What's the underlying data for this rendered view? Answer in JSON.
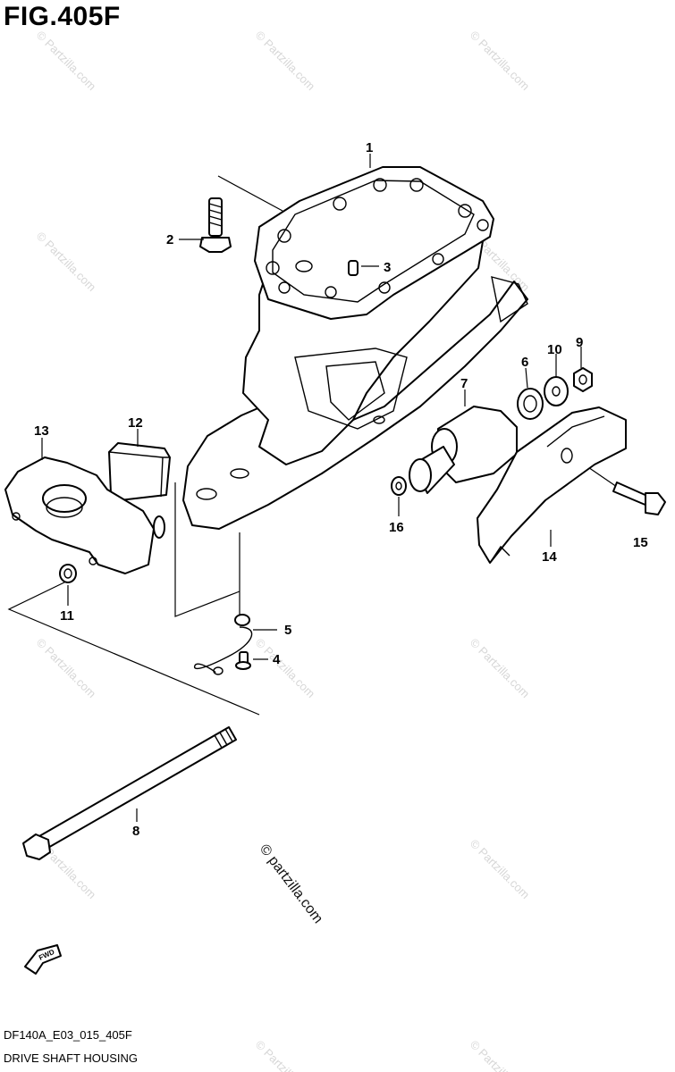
{
  "title": "FIG.405F",
  "diagram_code": "DF140A_E03_015_405F",
  "diagram_name": "DRIVE SHAFT HOUSING",
  "watermark": "© Partzilla.com",
  "center_watermark": "© partzilla.com",
  "fwd_label": "FWD",
  "callouts": {
    "c1": "1",
    "c2": "2",
    "c3": "3",
    "c4": "4",
    "c5": "5",
    "c6": "6",
    "c7": "7",
    "c8": "8",
    "c9": "9",
    "c10": "10",
    "c11": "11",
    "c12": "12",
    "c13": "13",
    "c14": "14",
    "c15": "15",
    "c16": "16"
  }
}
